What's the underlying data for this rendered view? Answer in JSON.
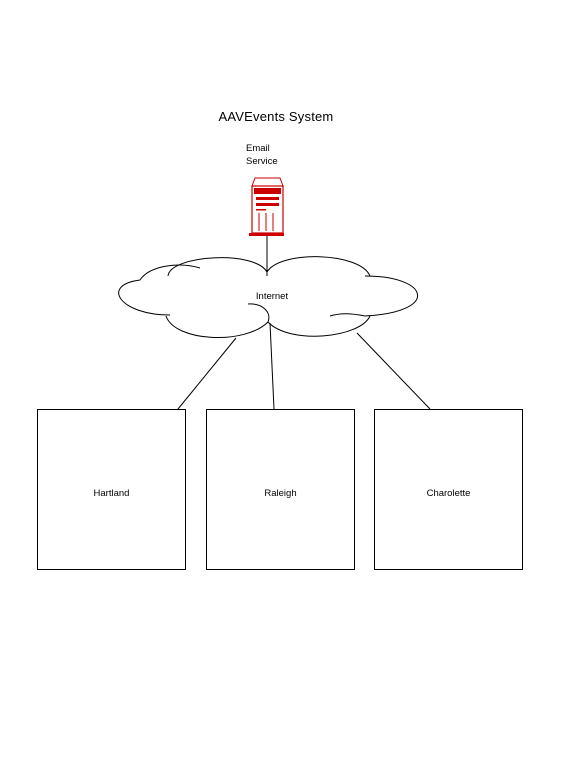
{
  "diagram": {
    "title": "AAVEvents System",
    "server": {
      "label_line1": "Email",
      "label_line2": "Service",
      "icon": "server-icon",
      "color": "#cc0000"
    },
    "cloud": {
      "label": "Internet",
      "icon": "cloud-icon"
    },
    "sites": [
      {
        "label": "Hartland"
      },
      {
        "label": "Raleigh"
      },
      {
        "label": "Charolette"
      }
    ]
  }
}
